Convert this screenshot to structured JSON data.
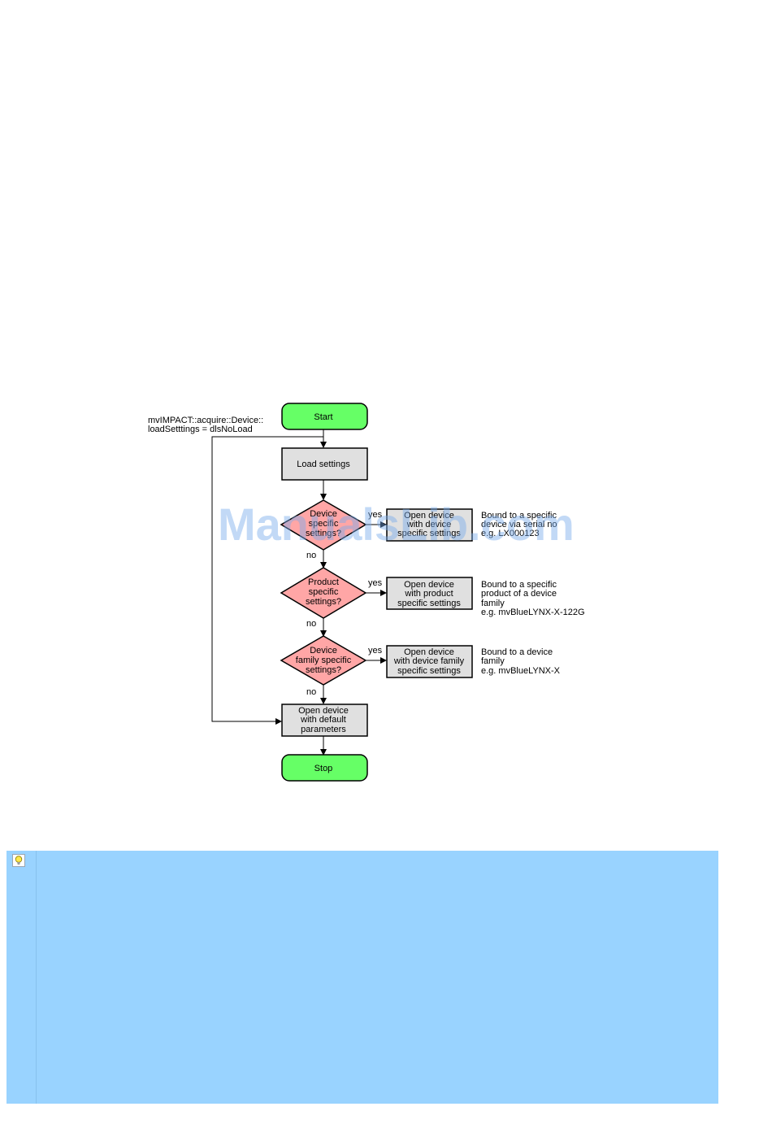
{
  "diagram": {
    "start": "Start",
    "stop": "Stop",
    "annotation": [
      "mvIMPACT::acquire::Device::",
      "loadSetttings = dlsNoLoad"
    ],
    "load_settings": "Load settings",
    "decisions": [
      {
        "lines": [
          "Device",
          "specific",
          "settings?"
        ],
        "yes_label": "yes",
        "no_label": "no",
        "action": [
          "Open device",
          "with device",
          "specific settings"
        ],
        "note": [
          "Bound to a specific",
          "device via serial no",
          "e.g. LX000123"
        ]
      },
      {
        "lines": [
          "Product",
          "specific",
          "settings?"
        ],
        "yes_label": "yes",
        "no_label": "no",
        "action": [
          "Open device",
          "with product",
          "specific settings"
        ],
        "note": [
          "Bound to a specific",
          "product of a device",
          "family",
          "e.g. mvBlueLYNX-X-122G"
        ]
      },
      {
        "lines": [
          "Device",
          "family specific",
          "settings?"
        ],
        "yes_label": "yes",
        "no_label": "no",
        "action": [
          "Open device",
          "with device family",
          "specific settings"
        ],
        "note": [
          "Bound to a device",
          "family",
          "e.g. mvBlueLYNX-X"
        ]
      }
    ],
    "default_action": [
      "Open device",
      "with default",
      "parameters"
    ]
  },
  "watermark": "ManualsLib.com",
  "colors": {
    "terminal": "#66ff66",
    "process": "#e0e0e0",
    "decision": "#ffa6a6",
    "note_panel": "#99d3ff",
    "watermark": "#78aaeb"
  },
  "icons": {
    "note": "lightbulb-icon"
  }
}
